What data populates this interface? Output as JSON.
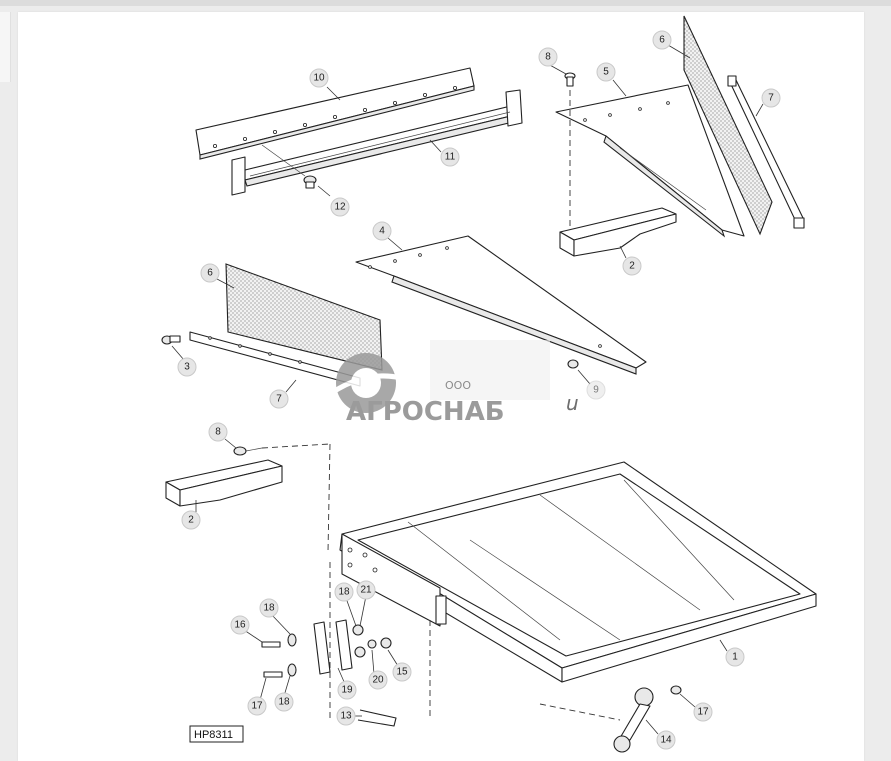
{
  "figure_code": "HP8311",
  "watermark": {
    "company_form": "ООО",
    "brand": "АГРОСНАБ",
    "extra_glyph": "u"
  },
  "callouts": [
    {
      "id": "c1",
      "label": "1"
    },
    {
      "id": "c2a",
      "label": "2"
    },
    {
      "id": "c2b",
      "label": "2"
    },
    {
      "id": "c3",
      "label": "3"
    },
    {
      "id": "c4",
      "label": "4"
    },
    {
      "id": "c5",
      "label": "5"
    },
    {
      "id": "c6a",
      "label": "6"
    },
    {
      "id": "c6b",
      "label": "6"
    },
    {
      "id": "c7a",
      "label": "7"
    },
    {
      "id": "c7b",
      "label": "7"
    },
    {
      "id": "c8a",
      "label": "8"
    },
    {
      "id": "c8b",
      "label": "8"
    },
    {
      "id": "c9",
      "label": "9"
    },
    {
      "id": "c10",
      "label": "10"
    },
    {
      "id": "c11",
      "label": "11"
    },
    {
      "id": "c12",
      "label": "12"
    },
    {
      "id": "c13",
      "label": "13"
    },
    {
      "id": "c14",
      "label": "14"
    },
    {
      "id": "c15",
      "label": "15"
    },
    {
      "id": "c16",
      "label": "16"
    },
    {
      "id": "c17a",
      "label": "17"
    },
    {
      "id": "c17b",
      "label": "17"
    },
    {
      "id": "c18a",
      "label": "18"
    },
    {
      "id": "c18b",
      "label": "18"
    },
    {
      "id": "c18c",
      "label": "18"
    },
    {
      "id": "c19",
      "label": "19"
    },
    {
      "id": "c20",
      "label": "20"
    },
    {
      "id": "c21",
      "label": "21"
    }
  ]
}
